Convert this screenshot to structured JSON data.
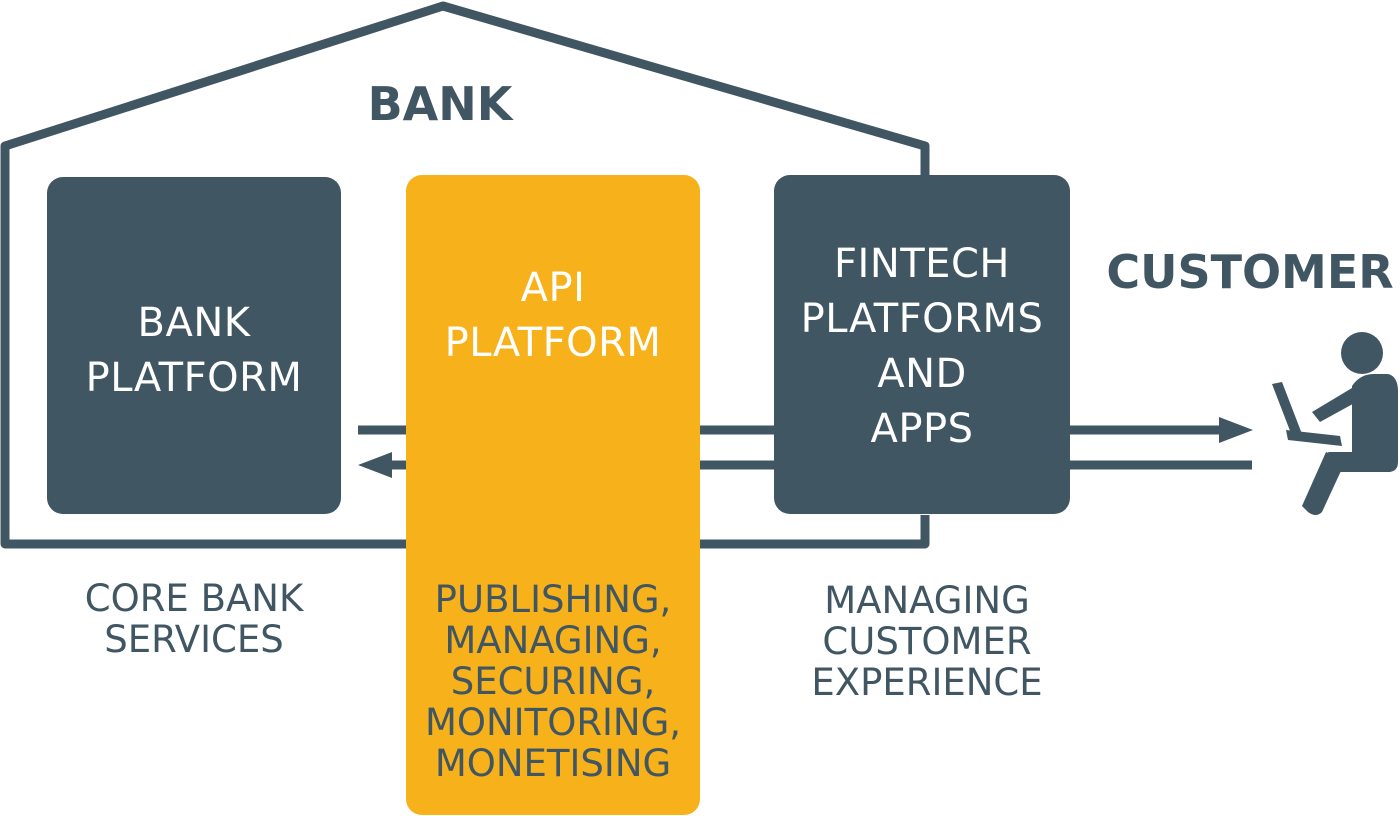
{
  "bank": {
    "title": "BANK"
  },
  "bank_platform": {
    "lines": [
      "BANK",
      "PLATFORM"
    ],
    "caption_lines": [
      "CORE BANK",
      "SERVICES"
    ]
  },
  "api_platform": {
    "lines": [
      "API",
      "PLATFORM"
    ],
    "caption_lines": [
      "PUBLISHING,",
      "MANAGING,",
      "SECURING,",
      "MONITORING,",
      "MONETISING"
    ]
  },
  "fintech": {
    "lines": [
      "FINTECH",
      "PLATFORMS",
      "AND",
      "APPS"
    ],
    "caption_lines": [
      "MANAGING",
      "CUSTOMER",
      "EXPERIENCE"
    ]
  },
  "customer": {
    "title": "CUSTOMER",
    "icon": "person-with-laptop-icon"
  },
  "colors": {
    "dark": "#415663",
    "accent": "#f7b11a",
    "text_on_dark": "#ffffff"
  }
}
